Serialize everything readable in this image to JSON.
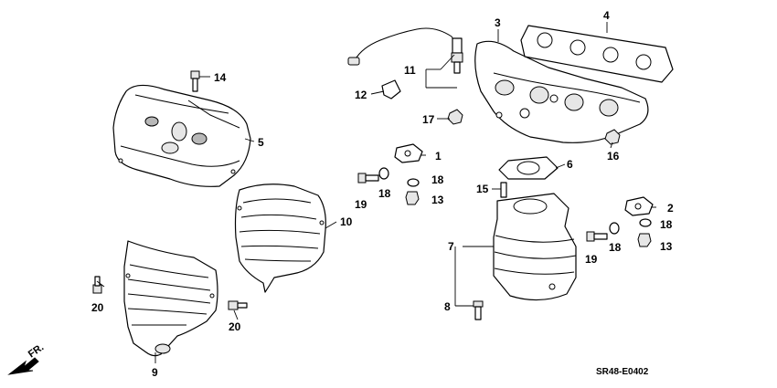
{
  "diagram_code": "SR48-E0402",
  "direction_label": "FR.",
  "callouts": {
    "c1": "1",
    "c2": "2",
    "c3": "3",
    "c4": "4",
    "c5": "5",
    "c6": "6",
    "c7": "7",
    "c8": "8",
    "c9": "9",
    "c10": "10",
    "c11": "11",
    "c12": "12",
    "c13a": "13",
    "c13b": "13",
    "c14": "14",
    "c15": "15",
    "c16": "16",
    "c17": "17",
    "c18a": "18",
    "c18b": "18",
    "c18c": "18",
    "c18d": "18",
    "c19a": "19",
    "c19b": "19",
    "c20a": "20",
    "c20b": "20"
  }
}
